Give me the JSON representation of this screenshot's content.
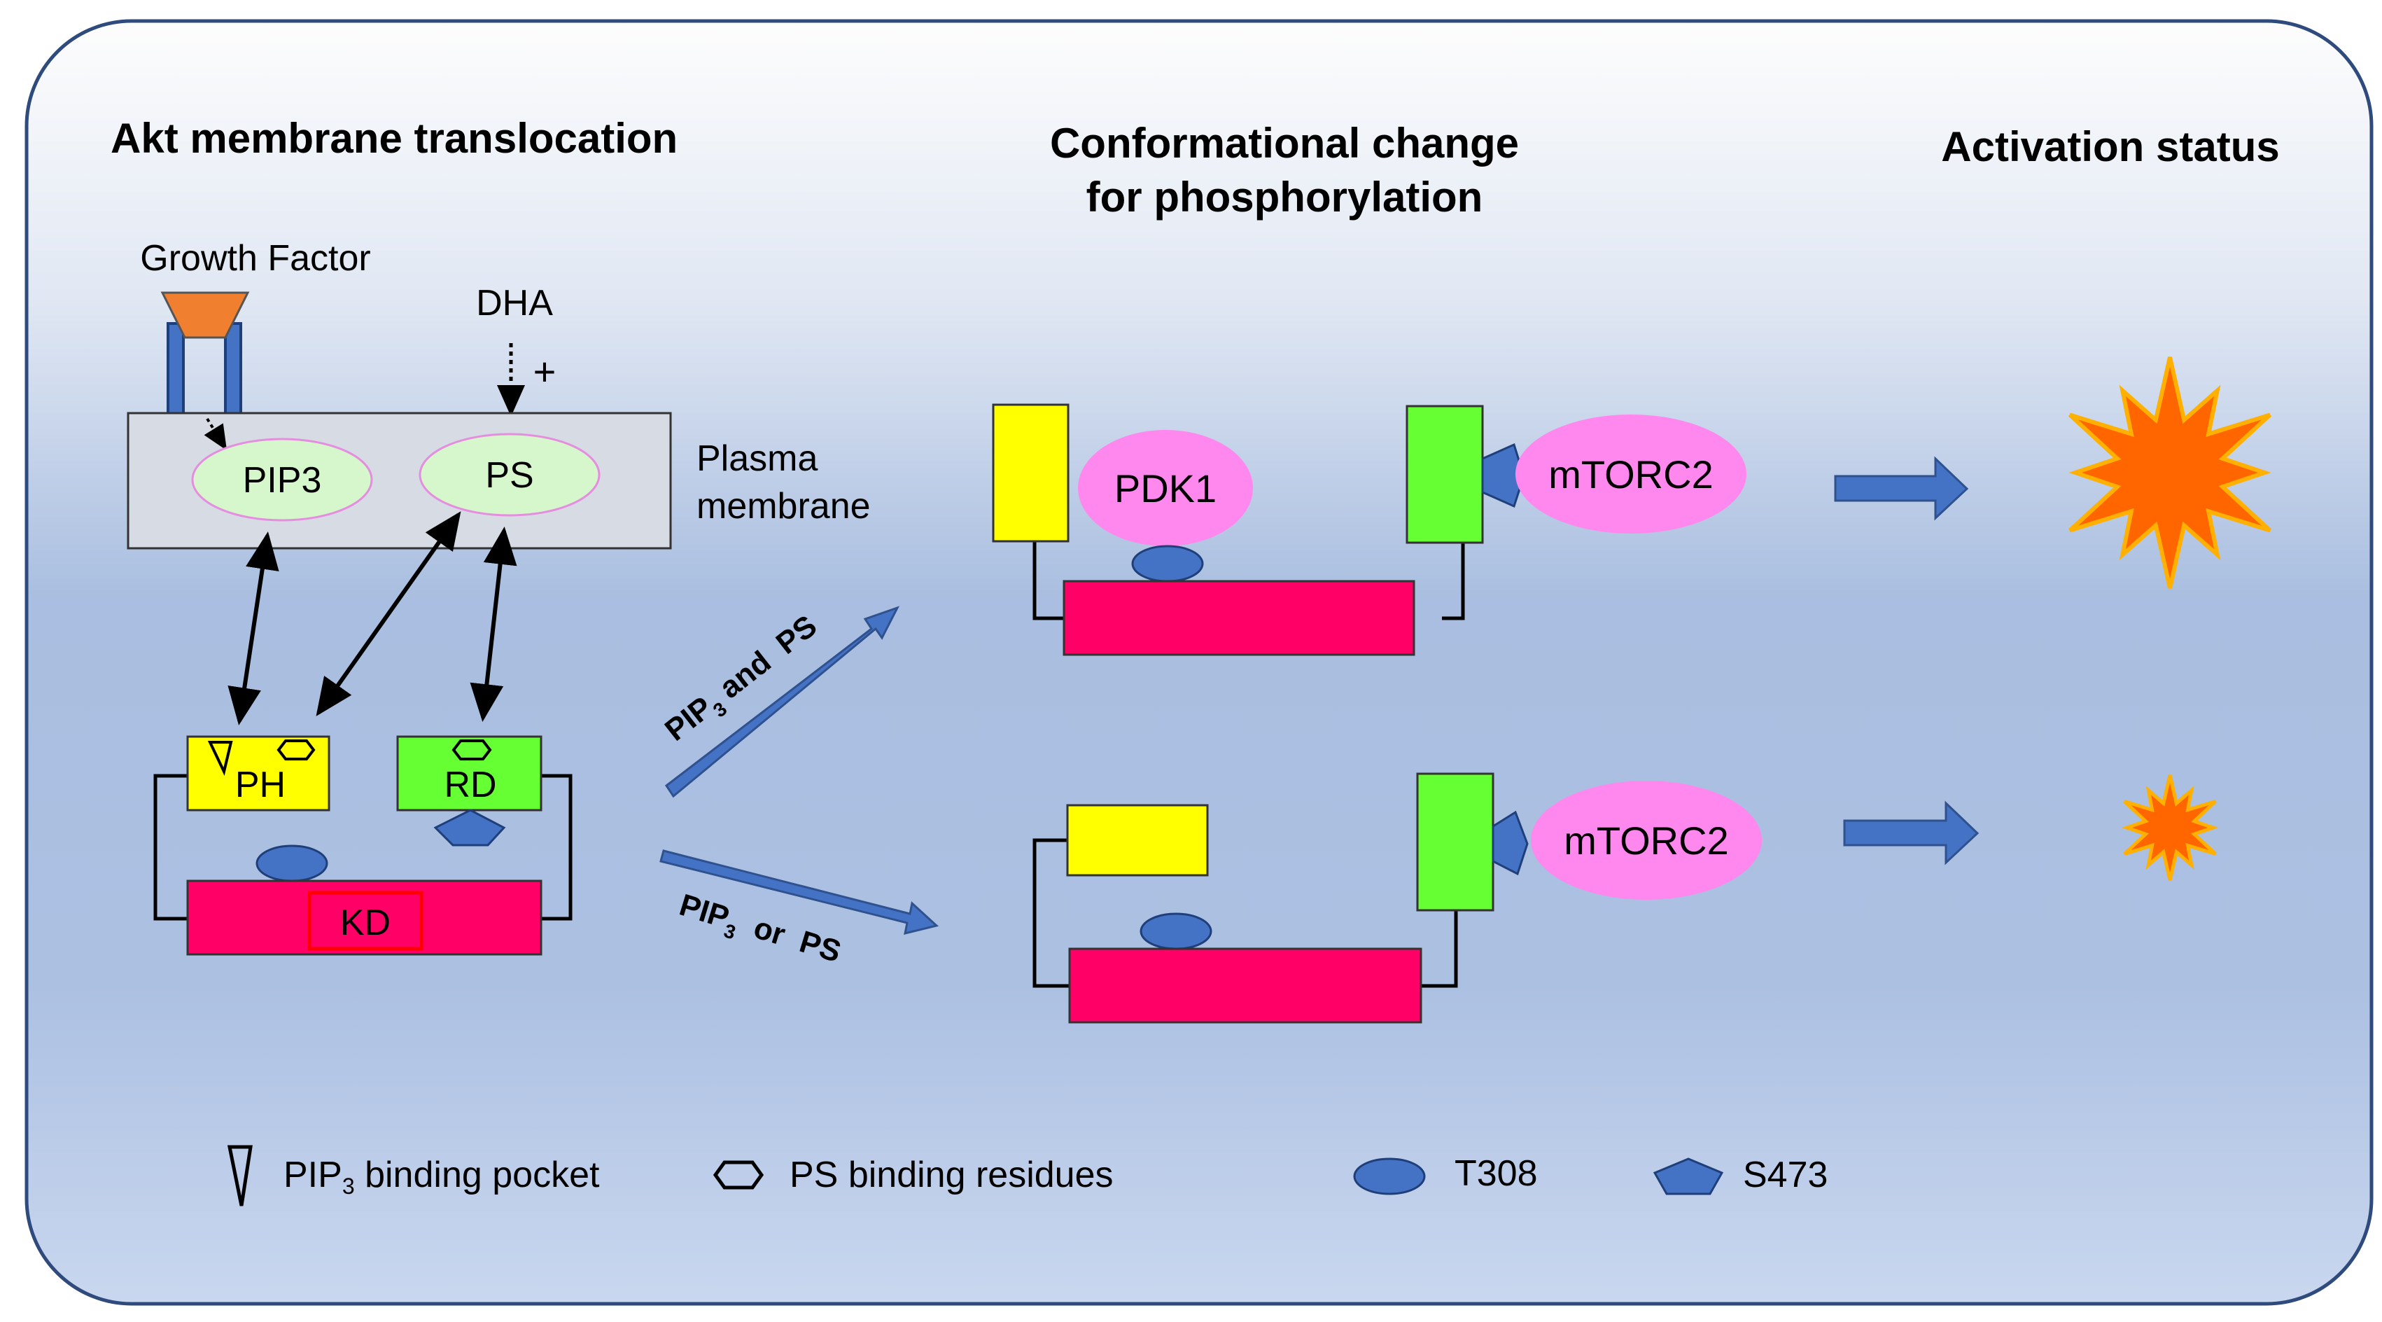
{
  "headings": {
    "translocation": "Akt membrane translocation",
    "conformational_line1": "Conformational change",
    "conformational_line2": "for phosphorylation",
    "activation": "Activation status"
  },
  "membrane": {
    "growth_factor": "Growth Factor",
    "dha": "DHA",
    "plus": "+",
    "pip3": "PIP3",
    "ps": "PS",
    "plasma_line1": "Plasma",
    "plasma_line2": "membrane"
  },
  "domains": {
    "ph": "PH",
    "rd": "RD",
    "kd": "KD"
  },
  "paths": {
    "upper_label": {
      "pip": "PIP",
      "sub": "3",
      "rest": " and  PS"
    },
    "lower_label": {
      "pip": "PIP",
      "sub": "3",
      "rest": "  or  PS"
    }
  },
  "complexes": {
    "pdk1": "PDK1",
    "mtorc2_top": "mTORC2",
    "mtorc2_bottom": "mTORC2"
  },
  "legend": {
    "pocket": {
      "pre": "PIP",
      "sub": "3",
      "post": " binding pocket"
    },
    "residues": "PS binding residues",
    "t308": "T308",
    "s473": "S473"
  },
  "colors": {
    "frame_border": "#2f4a7c",
    "background_top": "#fdfdfd",
    "background_mid": "#a9bee0",
    "background_bottom": "#c8d6ee",
    "membrane_fill": "#d7dbe4",
    "lipid_fill": "#d6f7cc",
    "lipid_stroke": "#e58ee0",
    "ph_domain": "#ffff00",
    "rd_domain": "#66ff33",
    "kinase_domain": "#ff0066",
    "kd_box": "#ff0000",
    "phospho_site": "#4472c4",
    "pdk1_mtorc2": "#ff88ee",
    "growth_factor": "#f08030",
    "arrow_blue": "#4472c4",
    "star_fill": "#ff6600",
    "star_stroke": "#ffb000"
  }
}
